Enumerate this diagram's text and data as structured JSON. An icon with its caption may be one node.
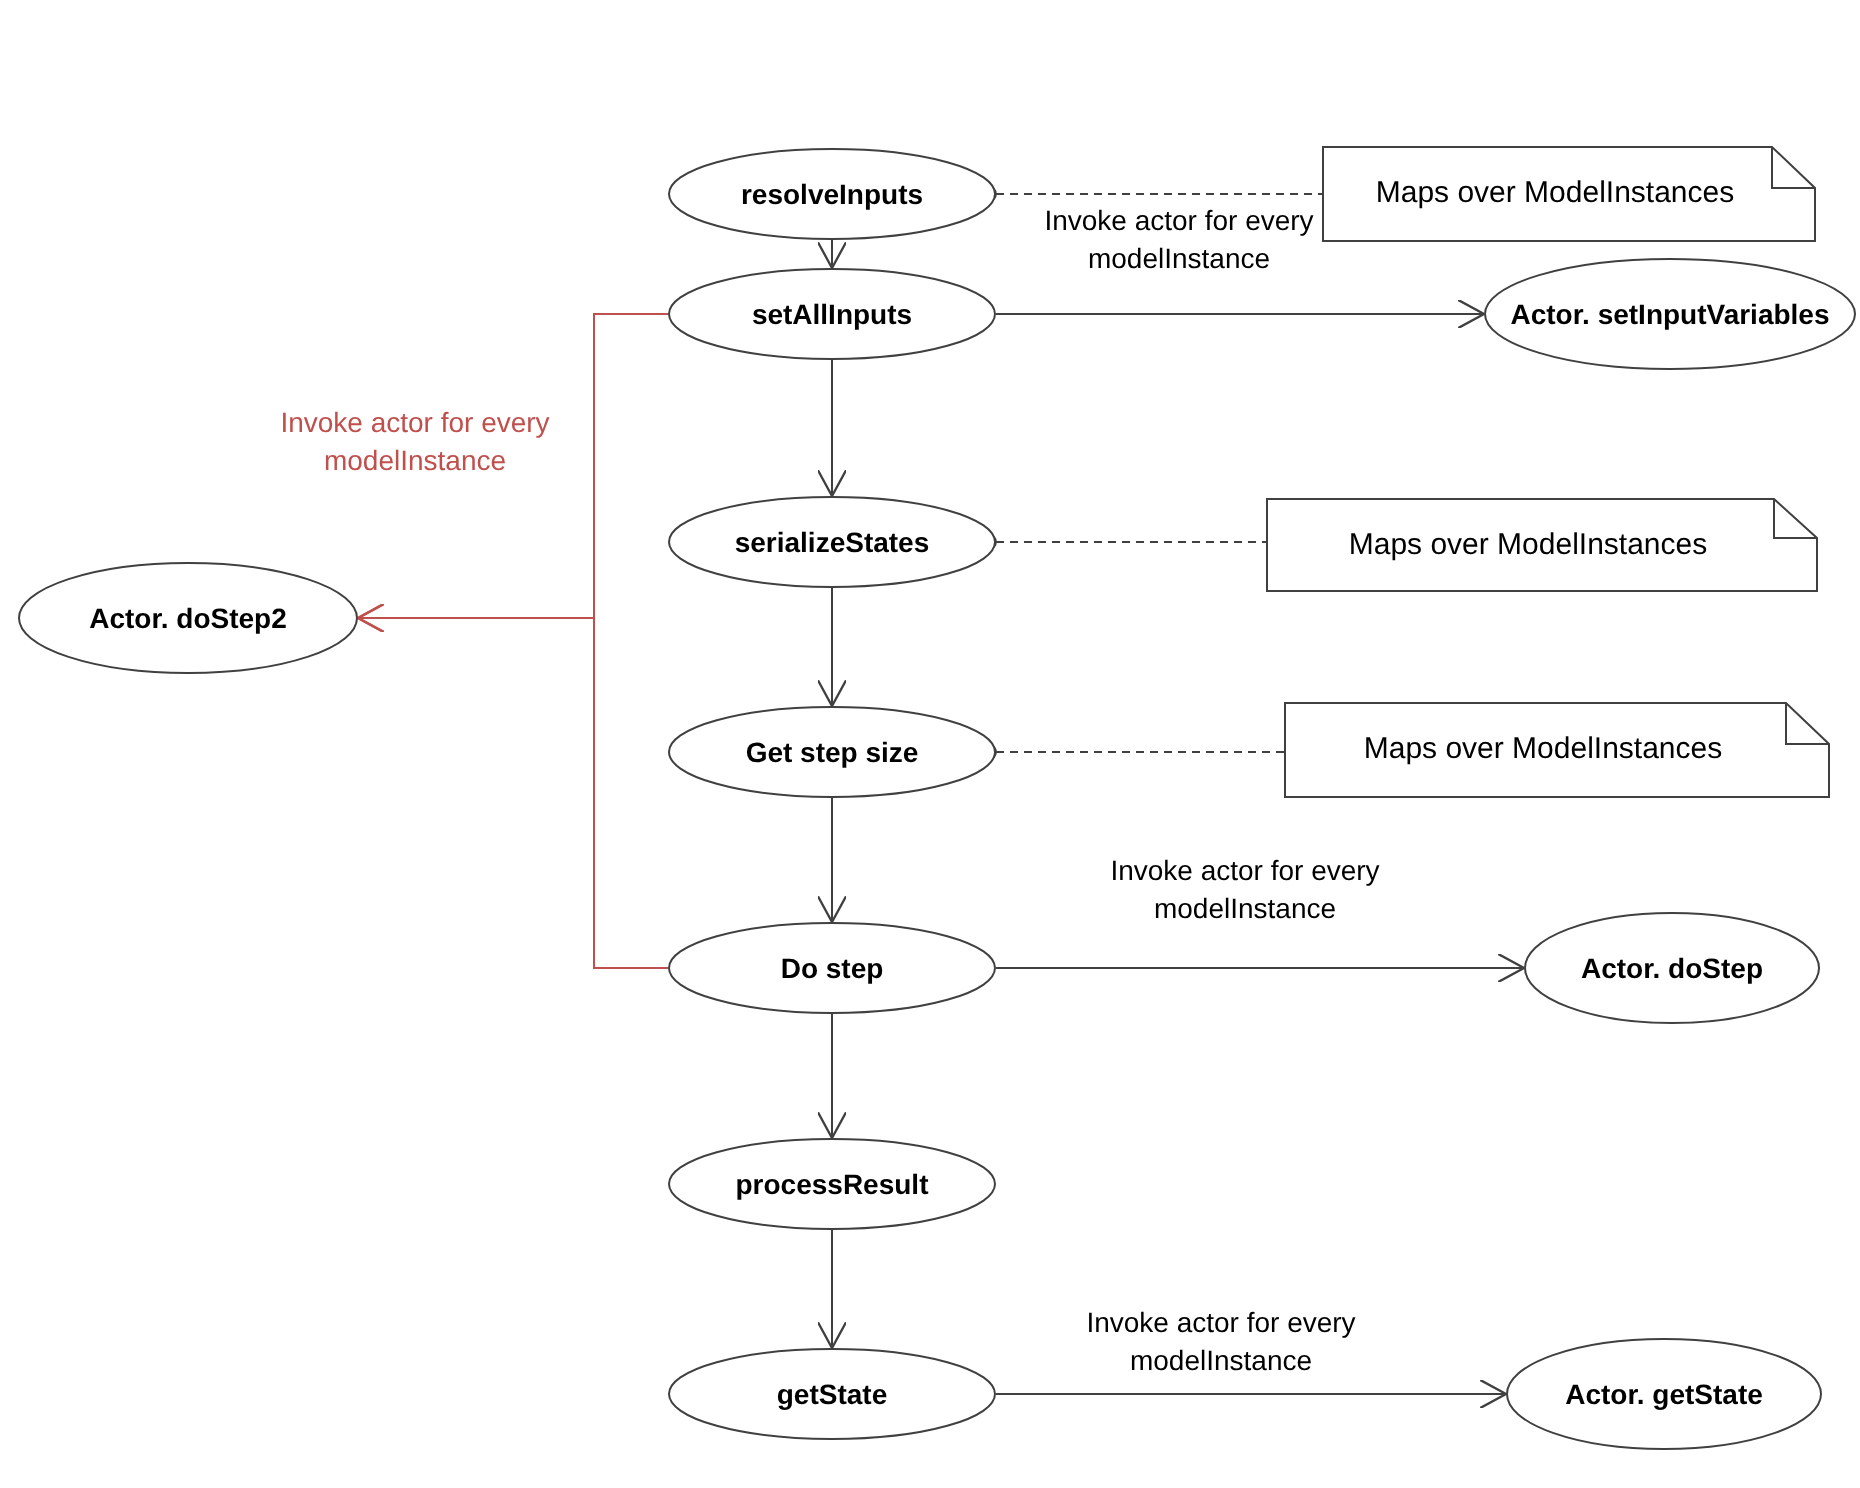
{
  "diagram": {
    "nodes": [
      {
        "text": [
          "resolveInputs"
        ]
      },
      {
        "text": [
          "Maps over ModelInstances"
        ]
      },
      {
        "text": [
          "setAllInputs"
        ]
      },
      {
        "text": [
          "Actor. setInputVariables"
        ]
      },
      {
        "text": [
          "serializeStates"
        ]
      },
      {
        "text": [
          "Maps over ModelInstances"
        ]
      },
      {
        "text": [
          "Get step size"
        ]
      },
      {
        "text": [
          "Maps over ModelInstances"
        ]
      },
      {
        "text": [
          "Do step"
        ]
      },
      {
        "text": [
          "Actor. doStep"
        ]
      },
      {
        "text": [
          "processResult"
        ]
      },
      {
        "text": [
          "getState"
        ]
      },
      {
        "text": [
          "Actor. getState"
        ]
      },
      {
        "text": [
          "Actor. doStep2"
        ]
      }
    ],
    "edges": [
      {
        "from": 0,
        "to": 2,
        "arrow": "to"
      },
      {
        "from": 2,
        "to": 4,
        "arrow": "to"
      },
      {
        "from": 4,
        "to": 6,
        "arrow": "to"
      },
      {
        "from": 6,
        "to": 8,
        "arrow": "to"
      },
      {
        "from": 8,
        "to": 10,
        "arrow": "to"
      },
      {
        "from": 10,
        "to": 11,
        "arrow": "to"
      },
      {
        "from": 0,
        "to": 1,
        "arrow": "other",
        "style": "dashed"
      },
      {
        "from": 4,
        "to": 5,
        "arrow": "other",
        "style": "dashed"
      },
      {
        "from": 6,
        "to": 7,
        "arrow": "other",
        "style": "dashed"
      },
      {
        "from": 2,
        "to": 3,
        "arrow": "to",
        "label": "Invoke actor for every modelInstance"
      },
      {
        "from": 8,
        "to": 9,
        "arrow": "to",
        "label": "Invoke actor for every modelInstance"
      },
      {
        "from": 11,
        "to": 12,
        "arrow": "to",
        "label": "Invoke actor for every modelInstance"
      },
      {
        "from": 2,
        "to": 13,
        "arrow": "to",
        "color": "#c0504d",
        "label": "Invoke actor for every modelInstance"
      },
      {
        "from": 8,
        "to": 13,
        "arrow": "to",
        "color": "#c0504d"
      }
    ]
  }
}
